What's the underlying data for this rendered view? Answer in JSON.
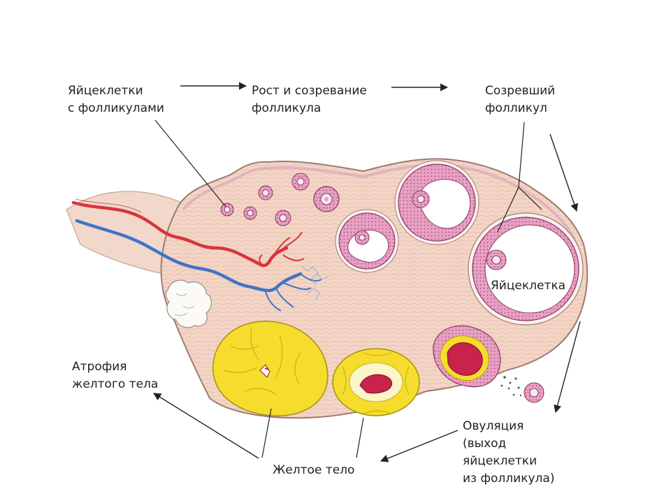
{
  "labels": {
    "oocytes_line1": "Яйцеклетки",
    "oocytes_line2": "с фолликулами",
    "growth_line1": "Рост и созревание",
    "growth_line2": "фолликула",
    "mature_line1": "Созревший",
    "mature_line2": "фолликул",
    "egg": "Яйцеклетка",
    "atrophy_line1": "Атрофия",
    "atrophy_line2": "желтого тела",
    "corpus_luteum": "Желтое тело",
    "ovulation_line1": "Овуляция",
    "ovulation_line2": "(выход",
    "ovulation_line3": "яйцеклетки",
    "ovulation_line4": "из фолликула)"
  },
  "colors": {
    "stroma": "#f3d5c6",
    "follicle": "#e6a2c3",
    "corpus_yellow": "#f6dc2c",
    "blood_red": "#d9343c",
    "vein_blue": "#3f74c8",
    "rupture": "#c8234a",
    "text": "#222222"
  }
}
